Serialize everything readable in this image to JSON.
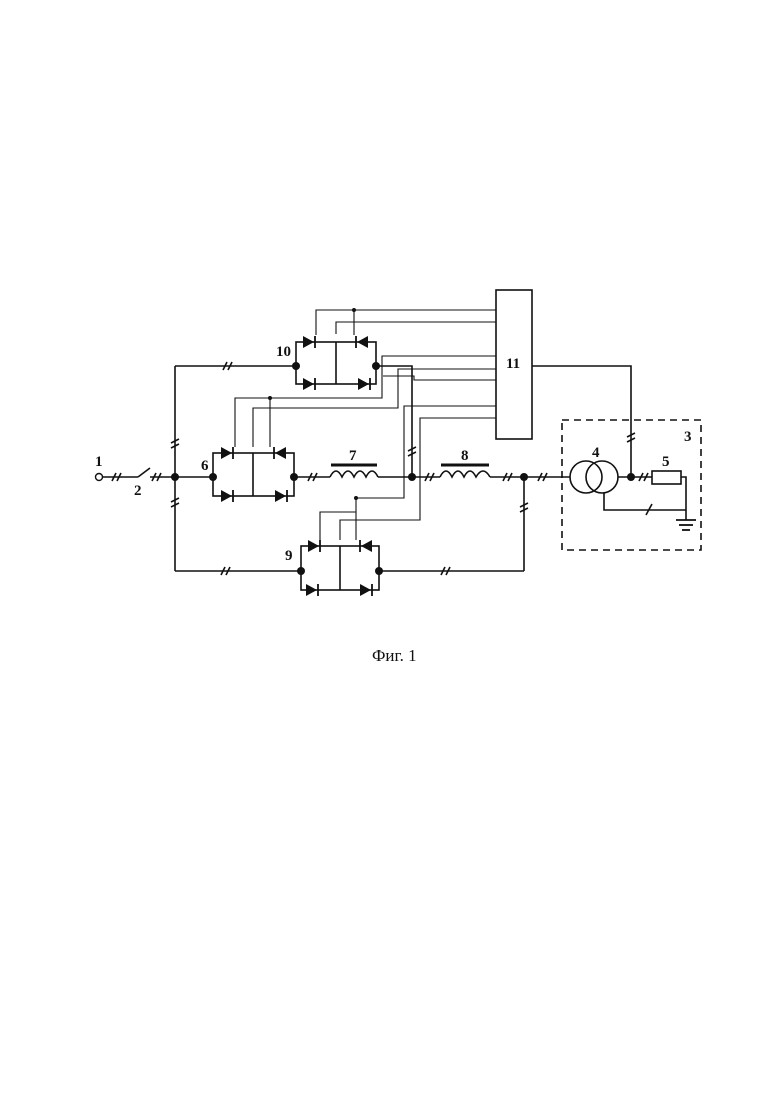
{
  "diagram": {
    "labels": {
      "terminal": "1",
      "switch": "2",
      "dashed_block": "3",
      "transformer": "4",
      "resistor": "5",
      "bridge_6": "6",
      "reactor_7": "7",
      "reactor_8": "8",
      "bridge_9": "9",
      "bridge_10": "10",
      "control_unit": "11"
    },
    "caption": "Фиг. 1"
  }
}
